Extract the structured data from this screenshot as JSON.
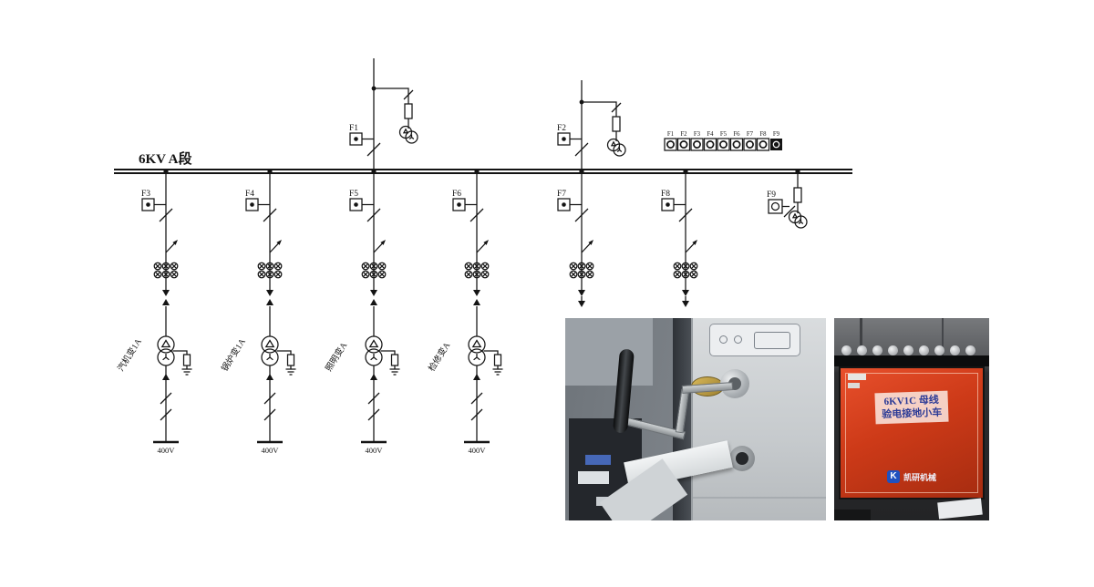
{
  "diagram": {
    "bus_label": "6KV  A段",
    "incoming": [
      {
        "label": "F1"
      },
      {
        "label": "F2"
      }
    ],
    "terminal_strip": {
      "labels": [
        "F1",
        "F2",
        "F3",
        "F4",
        "F5",
        "F6",
        "F7",
        "F8",
        "F9"
      ]
    },
    "feeders": [
      {
        "label": "F3",
        "transformer": "汽机变1A",
        "voltage": "400V"
      },
      {
        "label": "F4",
        "transformer": "锅炉变1A",
        "voltage": "400V"
      },
      {
        "label": "F5",
        "transformer": "照明变A",
        "voltage": "400V"
      },
      {
        "label": "F6",
        "transformer": "检修变A",
        "voltage": "400V"
      },
      {
        "label": "F7"
      },
      {
        "label": "F8"
      },
      {
        "label": "F9"
      }
    ]
  },
  "photos": {
    "trolley": {
      "label_line1": "6KV1C 母线",
      "label_line2": "验电接地小车",
      "logo_mark": "K",
      "logo_text": "凯研机械"
    }
  },
  "colors": {
    "line": "#141414",
    "trolley_red": "#cd3a18",
    "label_blue": "#2b3a96"
  }
}
